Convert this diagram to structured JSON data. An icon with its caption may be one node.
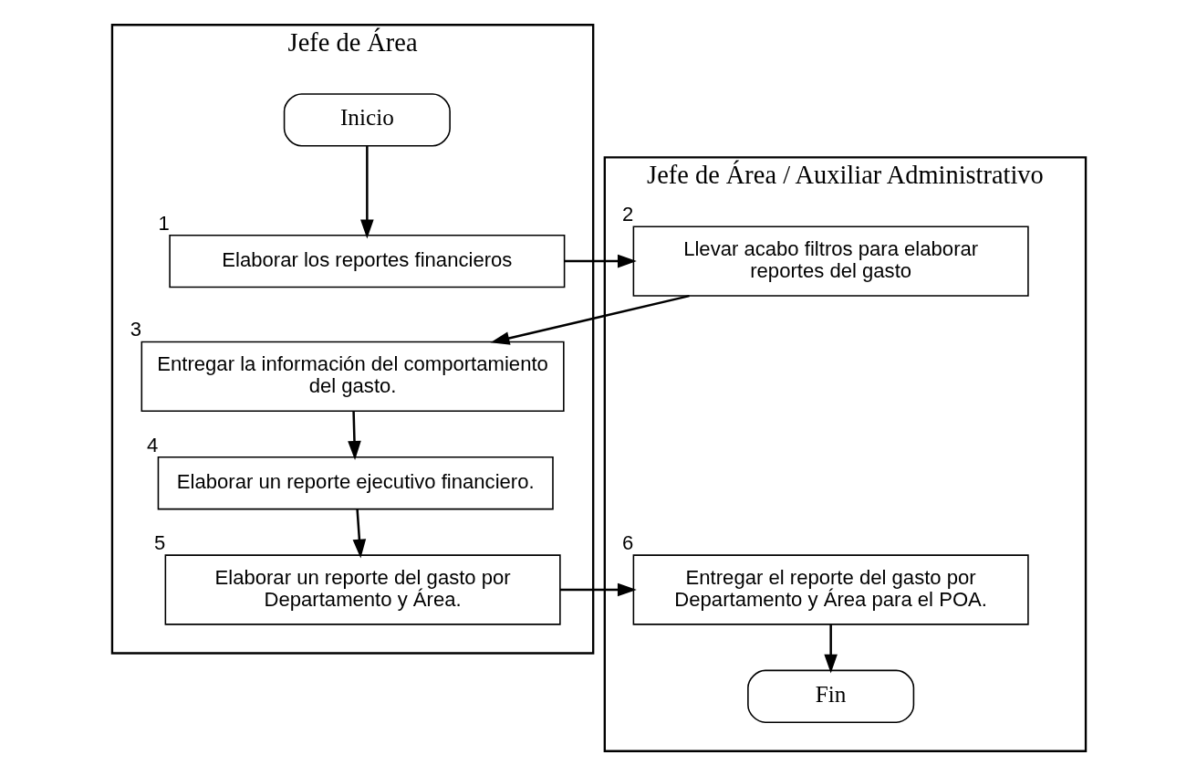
{
  "diagram": {
    "nodes": [
      {
        "text": [
          "Jefe de Área"
        ]
      },
      {
        "text": [
          "Jefe de Área / Auxiliar Administrativo"
        ]
      },
      {
        "text": [
          "Inicio"
        ],
        "in": 0
      },
      {
        "text": [
          "Elaborar los reportes financieros"
        ],
        "beside": [
          "1"
        ],
        "in": 0
      },
      {
        "text": [
          "Llevar acabo filtros para elaborar reportes del gasto"
        ],
        "beside": [
          "2"
        ],
        "in": 1
      },
      {
        "text": [
          "Entregar la información del comportamiento del gasto."
        ],
        "beside": [
          "3"
        ],
        "in": 0
      },
      {
        "text": [
          "Elaborar un reporte ejecutivo financiero."
        ],
        "beside": [
          "4"
        ],
        "in": 0
      },
      {
        "text": [
          "Elaborar un reporte del gasto por Departamento y Área."
        ],
        "beside": [
          "5"
        ],
        "in": 0
      },
      {
        "text": [
          "Entregar el reporte del gasto por Departamento y Área para el POA."
        ],
        "beside": [
          "6"
        ],
        "in": 1
      },
      {
        "text": [
          "Fin"
        ],
        "in": 1
      }
    ],
    "edges": [
      {
        "from": 2,
        "to": 3,
        "arrow": "to"
      },
      {
        "from": 3,
        "to": 4,
        "arrow": "to"
      },
      {
        "from": 4,
        "to": 5,
        "arrow": "to"
      },
      {
        "from": 5,
        "to": 6,
        "arrow": "to"
      },
      {
        "from": 6,
        "to": 7,
        "arrow": "to"
      },
      {
        "from": 7,
        "to": 8,
        "arrow": "to"
      },
      {
        "from": 8,
        "to": 9,
        "arrow": "to"
      }
    ]
  }
}
